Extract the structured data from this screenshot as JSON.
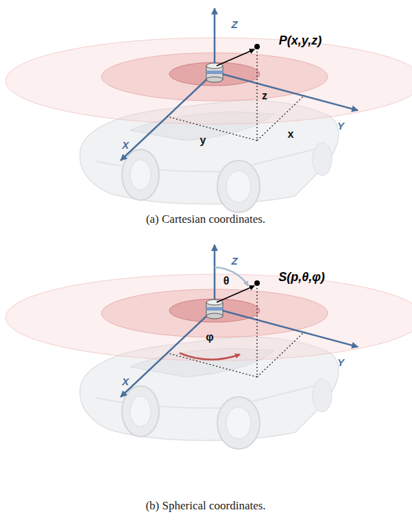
{
  "diagram": {
    "labels": [
      "Z",
      "P(x,y,z)",
      "z",
      "Y",
      "x",
      "y",
      "X",
      "(a) Cartesian coordinates.",
      "Z",
      "θ",
      "S(p,θ,φ)",
      "φ",
      "Y",
      "X",
      "(b) Spherical coordinates."
    ]
  }
}
